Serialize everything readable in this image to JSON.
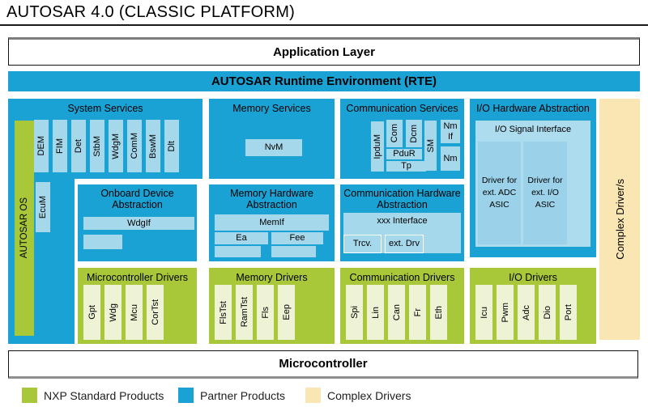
{
  "page_title": "AUTOSAR 4.0 (CLASSIC PLATFORM)",
  "layers": {
    "application_layer": "Application Layer",
    "rte": "AUTOSAR Runtime Environment (RTE)",
    "microcontroller": "Microcontroller"
  },
  "os_bar": "AUTOSAR OS",
  "ecum": "EcuM",
  "complex_driver_bar": "Complex Driver/s",
  "sections": {
    "system_services": {
      "title": "System Services",
      "modules": [
        "DEM",
        "FIM",
        "Det",
        "StbM",
        "WdgM",
        "ComM",
        "BswM",
        "Dlt"
      ]
    },
    "memory_services": {
      "title": "Memory Services",
      "nvm": "NvM"
    },
    "communication_services": {
      "title": "Communication Services",
      "ipdum": "IpduM",
      "com": "Com",
      "dcm": "Dcm",
      "pdur": "PduR",
      "tp": "Tp",
      "sm": "SM",
      "nm_if": "Nm If",
      "nm": "Nm"
    },
    "io_hw_abstraction": {
      "title": "I/O Hardware Abstraction",
      "signal_interface": "I/O Signal Interface",
      "adc_driver": "Driver for ext. ADC ASIC",
      "io_driver": "Driver for ext. I/O ASIC"
    },
    "onboard_device_abstraction": {
      "title": "Onboard Device Abstraction",
      "wdgif": "WdgIf"
    },
    "memory_hw_abstraction": {
      "title": "Memory Hardware Abstraction",
      "memif": "MemIf",
      "ea": "Ea",
      "fee": "Fee"
    },
    "communication_hw_abstraction": {
      "title": "Communication Hardware Abstraction",
      "interface": "xxx Interface",
      "trcv": "Trcv.",
      "ext_drv": "ext. Drv"
    },
    "microcontroller_drivers": {
      "title": "Microcontroller Drivers",
      "modules": [
        "Gpt",
        "Wdg",
        "Mcu",
        "CorTst"
      ]
    },
    "memory_drivers": {
      "title": "Memory Drivers",
      "modules": [
        "FlsTst",
        "RamTst",
        "Fls",
        "Eep"
      ]
    },
    "communication_drivers": {
      "title": "Communication Drivers",
      "modules": [
        "Spi",
        "Lin",
        "Can",
        "Fr",
        "Eth"
      ]
    },
    "io_drivers": {
      "title": "I/O Drivers",
      "modules": [
        "Icu",
        "Pwm",
        "Adc",
        "Dio",
        "Port"
      ]
    }
  },
  "legend": [
    {
      "label": "NXP Standard Products",
      "color": "#a8c83a"
    },
    {
      "label": "Partner Products",
      "color": "#1ba2d5"
    },
    {
      "label": "Complex Drivers",
      "color": "#fae6b3"
    }
  ],
  "colors": {
    "partner_blue": "#1ba2d5",
    "module_light_blue": "#a6d8ec",
    "nxp_green": "#a8c83a",
    "module_pale_green": "#eef3d6",
    "complex_cream": "#fae6b3"
  }
}
